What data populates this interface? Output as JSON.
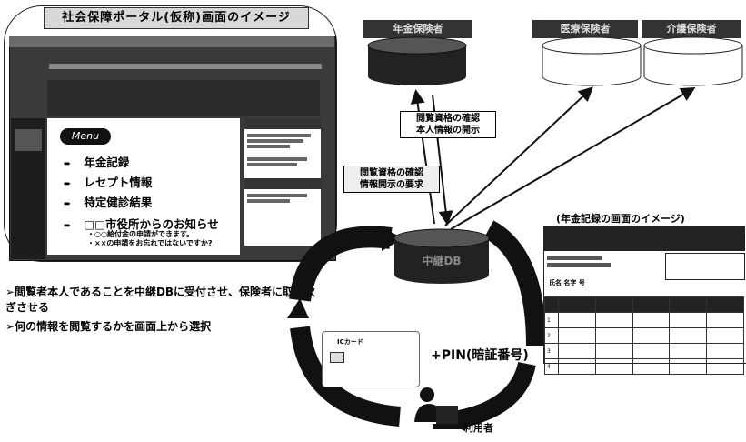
{
  "portal": {
    "title": "社会保障ポータル(仮称)画面のイメージ",
    "menu_label": "Menu",
    "menu_items": [
      "年金記録",
      "レセプト情報",
      "特定健診結果",
      "□□市役所からのお知らせ"
    ],
    "notice_lines": [
      "・○○給付金の申請ができます。",
      "・××の申請をお忘れではないですか?"
    ]
  },
  "databases": {
    "pension": "年金保険者",
    "medical": "医療保険者",
    "care": "介護保険者",
    "relay": "中継DB"
  },
  "callouts": {
    "pension_upper": [
      "閲覧資格の確認",
      "本人情報の開示"
    ],
    "pension_lower": [
      "閲覧資格の確認",
      "情報開示の要求"
    ]
  },
  "captions": [
    "閲覧者本人であることを中継DBに受付させ、保険者に取り次ぎさせる",
    "何の情報を閲覧するかを画面上から選択"
  ],
  "ic_card": {
    "label": "ICカード",
    "pin_text": "+PIN(暗証番号)"
  },
  "user_label": "利用者",
  "nenkin_screen": {
    "title": "(年金記録の画面のイメージ)",
    "name_label": "氏名 名字 号"
  }
}
